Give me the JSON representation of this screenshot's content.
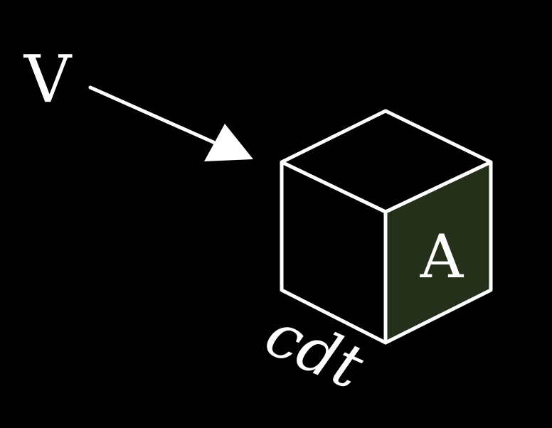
{
  "labels": {
    "velocity": "V",
    "area": "A",
    "edge_length": "cdt"
  },
  "colors": {
    "background": "#000000",
    "stroke": "#ffffff",
    "area_face": "#25301a",
    "text": "#ffffff"
  }
}
